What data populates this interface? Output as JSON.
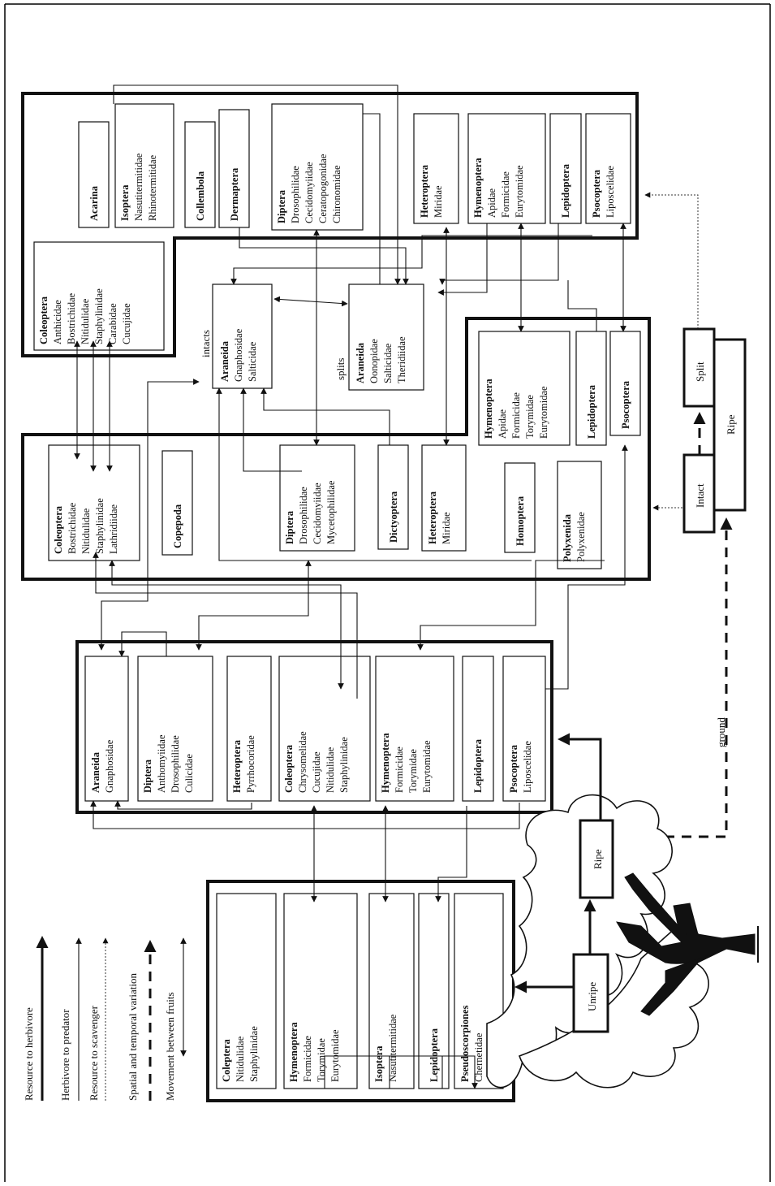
{
  "legend": [
    {
      "label": "Resource to herbivore",
      "style": "heavy-arrow"
    },
    {
      "label": "Herbivore to predator",
      "style": "thin-arrow"
    },
    {
      "label": "Resource to scavenger",
      "style": "dotted-arrow"
    },
    {
      "label": "Spatial and temporal variation",
      "style": "dashed-arrow"
    },
    {
      "label": "Movement between fruits",
      "style": "double-arrow"
    }
  ],
  "fruit_labels": {
    "unripe": "Unripe",
    "ripe_tree": "Ripe",
    "ground": "ground",
    "intact": "Intact",
    "ripe_ground": "Ripe",
    "split": "Split"
  },
  "section_labels": {
    "intacts": "intacts",
    "splits": "splits"
  },
  "groups": {
    "unripe": [
      {
        "order": "Coleptera",
        "families": [
          "Nitidulidae",
          "Staphylinidae"
        ]
      },
      {
        "order": "Hymenoptera",
        "families": [
          "Formicidae",
          "Torymidae",
          "Eurytomidae"
        ]
      },
      {
        "order": "Isoptera",
        "families": [
          "Nasutitermitidae"
        ]
      },
      {
        "order": "Lepidoptera",
        "families": []
      },
      {
        "order": "Pseudoscorpiones",
        "families": [
          "Chernetidae"
        ]
      }
    ],
    "ripe_tree": [
      {
        "order": "Araneida",
        "families": [
          "Gnaphosidae"
        ]
      },
      {
        "order": "Diptera",
        "families": [
          "Anthomyiidae",
          "Drosophilidae",
          "Culicidae"
        ]
      },
      {
        "order": "Heteroptera",
        "families": [
          "Pyrrhocoridae"
        ]
      },
      {
        "order": "Coleoptera",
        "families": [
          "Chrysomelidae",
          "Cucujidae",
          "Nitidulidae",
          "Staphylinidae"
        ]
      },
      {
        "order": "Hymenoptera",
        "families": [
          "Formicidae",
          "Torymidae",
          "Eurytomidae"
        ]
      },
      {
        "order": "Lepidoptera",
        "families": []
      },
      {
        "order": "Psocoptera",
        "families": [
          "Liposcelidae"
        ]
      }
    ],
    "intact_ground": [
      {
        "order": "Coleoptera",
        "families": [
          "Bostrichidae",
          "Nitidulidae",
          "Staphylinidae",
          "Lathridiidae"
        ]
      },
      {
        "order": "Copepoda",
        "families": []
      },
      {
        "order": "Diptera",
        "families": [
          "Drosophilidae",
          "Cecidomyiidae",
          "Mycetophilidae"
        ]
      },
      {
        "order": "Dictyoptera",
        "families": []
      },
      {
        "order": "Heteroptera",
        "families": [
          "Miridae"
        ]
      },
      {
        "order": "Homoptera",
        "families": []
      },
      {
        "order": "Polyxenida",
        "families": [
          "Polyxenidae"
        ]
      },
      {
        "order": "Hymenoptera",
        "families": [
          "Apidae",
          "Formicidae",
          "Torymidae",
          "Eurytomidae"
        ]
      },
      {
        "order": "Lepidoptera",
        "families": []
      },
      {
        "order": "Psocoptera",
        "families": []
      }
    ],
    "split_ground": [
      {
        "order": "Coleoptera",
        "families": [
          "Anthicidae",
          "Bostrichidae",
          "Nitidulidae",
          "Staphylinidae",
          "Carabidae",
          "Cucujidae"
        ]
      },
      {
        "order": "Acarina",
        "families": []
      },
      {
        "order": "Isoptera",
        "families": [
          "Nasutitermitidae",
          "Rhinotermitidae"
        ]
      },
      {
        "order": "Collembola",
        "families": []
      },
      {
        "order": "Dermaptera",
        "families": []
      },
      {
        "order": "Diptera",
        "families": [
          "Drosophilidae",
          "Cecidomyiidae",
          "Ceratopogonidae",
          "Chironomidae"
        ]
      },
      {
        "order": "Heteroptera",
        "families": [
          "Miridae"
        ]
      },
      {
        "order": "Hymenoptera",
        "families": [
          "Apidae",
          "Formicidae",
          "Eurytomidae"
        ]
      },
      {
        "order": "Lepidoptera",
        "families": []
      },
      {
        "order": "Psocoptera",
        "families": [
          "Liposcelidae"
        ]
      }
    ],
    "predators_intact": [
      {
        "order": "Araneida",
        "families": [
          "Gnaphosidae",
          "Salticidae"
        ]
      }
    ],
    "predators_split": [
      {
        "order": "Araneida",
        "families": [
          "Oonopidae",
          "Salticidae",
          "Theridiidae"
        ]
      }
    ]
  }
}
